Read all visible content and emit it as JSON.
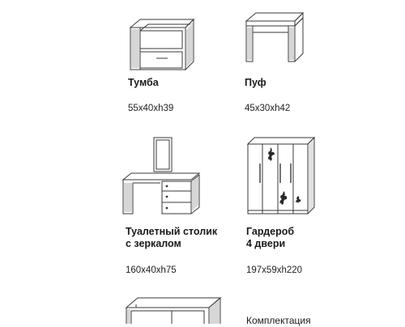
{
  "catalog": {
    "items": [
      {
        "name": "Тумба",
        "dimensions": "55x40xh39",
        "illustration": "nightstand-drawing"
      },
      {
        "name": "Пуф",
        "dimensions": "45x30xh42",
        "illustration": "pouf-drawing"
      },
      {
        "name": "Туалетный столик\nс зеркалом",
        "dimensions": "160x40xh75",
        "illustration": "dressing-table-drawing"
      },
      {
        "name": "Гардероб\n4 двери",
        "dimensions": "197x59xh220",
        "illustration": "wardrobe-drawing"
      },
      {
        "name": "",
        "dimensions": "",
        "illustration": "shelving-unit-drawing"
      }
    ],
    "cut_off_text": "Комплектация"
  },
  "colors": {
    "line": "#3a3a3a",
    "text": "#1a1a1a"
  }
}
